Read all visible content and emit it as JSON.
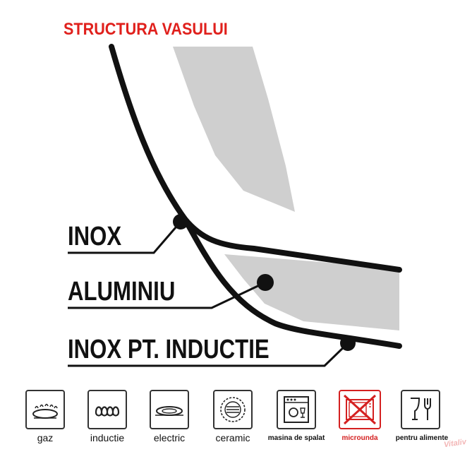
{
  "title": "STRUCTURA VASULUI",
  "layers": {
    "outer": "INOX",
    "middle": "ALUMINIU",
    "inner": "INOX PT. INDUCTIE"
  },
  "colors": {
    "title": "#e0201c",
    "layer_fill": "#cfcfcf",
    "outline": "#111111",
    "prohibited": "#d42020"
  },
  "compat": [
    {
      "icon": "gas-burner-icon",
      "label": "gaz"
    },
    {
      "icon": "induction-coil-icon",
      "label": "inductie"
    },
    {
      "icon": "electric-plate-icon",
      "label": "electric"
    },
    {
      "icon": "ceramic-hob-icon",
      "label": "ceramic"
    },
    {
      "icon": "dishwasher-icon",
      "label": "masina de spalat"
    },
    {
      "icon": "microwave-crossed-icon",
      "label": "microunda"
    },
    {
      "icon": "food-safe-icon",
      "label": "pentru alimente"
    }
  ],
  "watermark": "Vitaliv"
}
